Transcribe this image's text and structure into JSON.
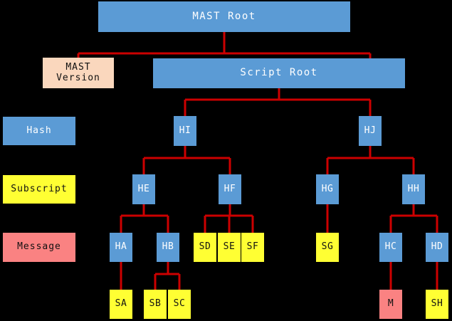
{
  "diagram": {
    "title_node": "MAST Root",
    "background_color": "#000000",
    "edge_color": "#cc0000",
    "legend": {
      "items": [
        {
          "id": "legend-hash",
          "label": "Hash",
          "color": "#5b9bd5"
        },
        {
          "id": "legend-subscript",
          "label": "Subscript",
          "color": "#ffff33"
        },
        {
          "id": "legend-message",
          "label": "Message",
          "color": "#fa8282"
        }
      ]
    },
    "nodes": {
      "mast_root": "MAST Root",
      "mast_version": "MAST\nVersion",
      "script_root": "Script Root",
      "hi": "HI",
      "hj": "HJ",
      "he": "HE",
      "hf": "HF",
      "hg": "HG",
      "hh": "HH",
      "ha": "HA",
      "hb": "HB",
      "hc": "HC",
      "hd": "HD",
      "sa": "SA",
      "sb": "SB",
      "sc": "SC",
      "sd": "SD",
      "se": "SE",
      "sf": "SF",
      "sg": "SG",
      "sh": "SH",
      "m": "M"
    }
  }
}
